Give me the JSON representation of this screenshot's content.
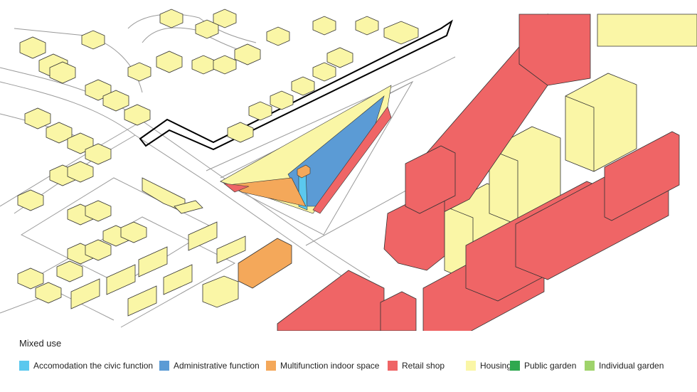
{
  "legend": {
    "title": "Mixed use",
    "items": [
      {
        "label": "Accomodation the civic function",
        "color": "#5bc8ee"
      },
      {
        "label": "Administrative function",
        "color": "#5b9bd5"
      },
      {
        "label": "Multifunction indoor space",
        "color": "#f4a85a"
      },
      {
        "label": "Retail shop",
        "color": "#ef6566"
      },
      {
        "label": "Housing",
        "color": "#faf6a6"
      },
      {
        "label": "Public garden",
        "color": "#2fa84f"
      },
      {
        "label": "Individual garden",
        "color": "#9fd36b"
      }
    ]
  },
  "colors": {
    "road_outline": "#9a9a9a",
    "site_boundary": "#000000",
    "building_outline": "#333333"
  }
}
